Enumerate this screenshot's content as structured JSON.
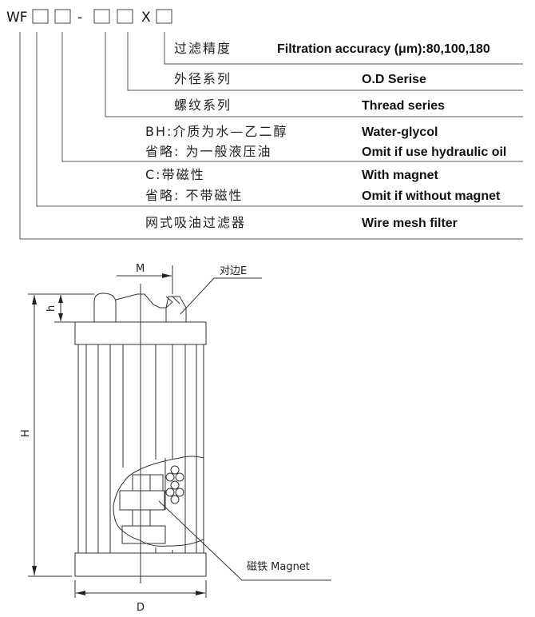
{
  "model_code": {
    "prefix": "WF",
    "separator": "-",
    "letter_x": "X",
    "placeholder_boxes": 5
  },
  "legend_rows": [
    {
      "zh": "过滤精度",
      "en": "Filtration accuracy (μm):80,100,180"
    },
    {
      "zh": "外径系列",
      "en": "O.D Serise"
    },
    {
      "zh": "螺纹系列",
      "en": "Thread series"
    },
    {
      "zh": "BH:介质为水—乙二醇",
      "en": "Water-glycol",
      "zh2": "省略:  为一般液压油",
      "en2": "Omit if use hydraulic oil"
    },
    {
      "zh": "C:带磁性",
      "en": "With magnet",
      "zh2": "省略:  不带磁性",
      "en2": "Omit if without magnet"
    },
    {
      "zh": "网式吸油过滤器",
      "en": "Wire mesh filter"
    }
  ],
  "drawing": {
    "label_M": "M",
    "label_E": "对边E",
    "label_h": "h",
    "label_H": "H",
    "label_D": "D",
    "label_magnet": "磁铁 Magnet"
  }
}
